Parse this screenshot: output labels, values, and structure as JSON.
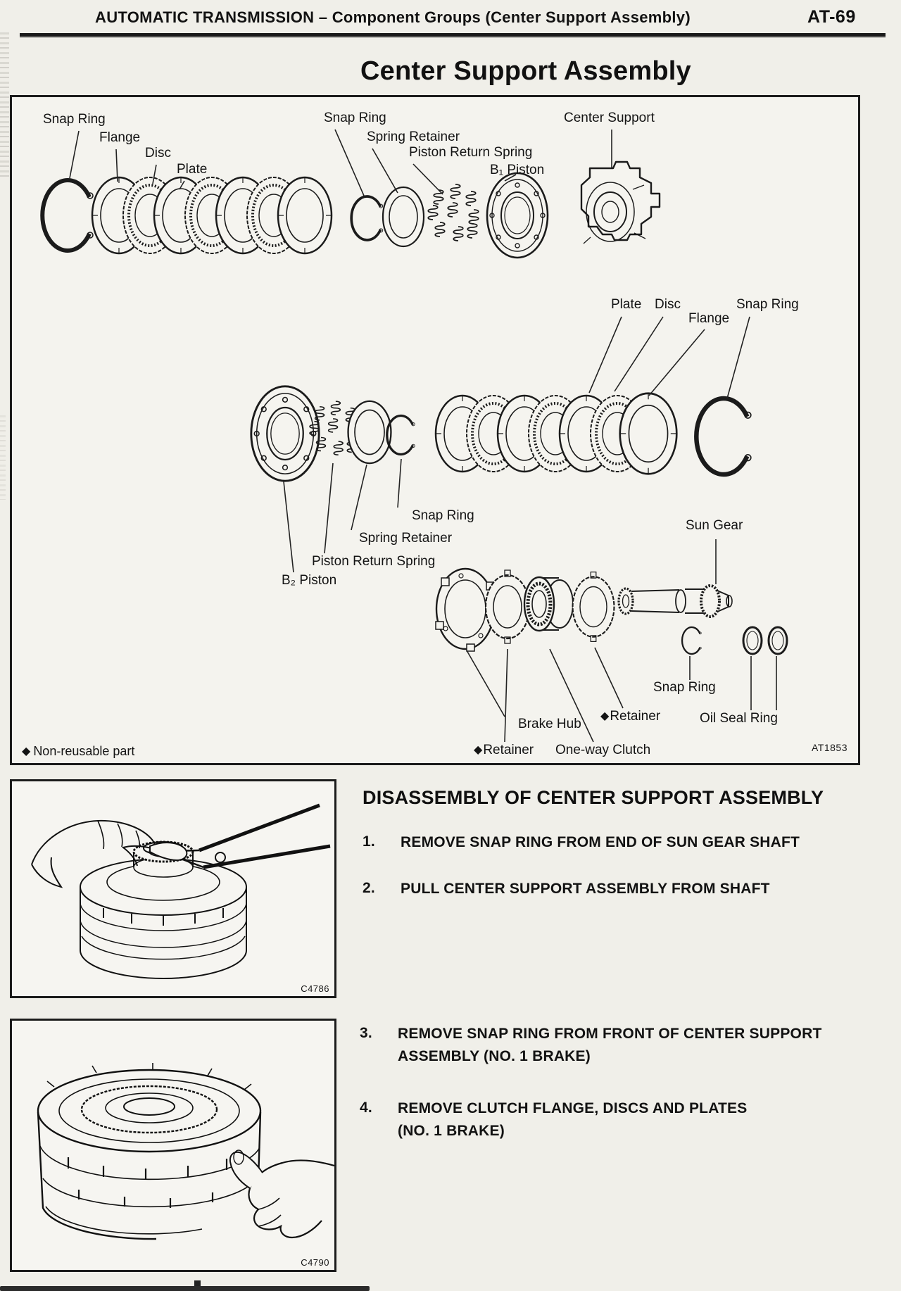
{
  "header": {
    "title": "AUTOMATIC TRANSMISSION – Component Groups (Center Support Assembly)",
    "page_code": "AT-69"
  },
  "figure": {
    "title": "Center Support Assembly",
    "code": "AT1853",
    "diamond": "◆",
    "legend_label": "Non-reusable part",
    "labels": {
      "snap_ring_1": "Snap Ring",
      "flange_1": "Flange",
      "disc_1": "Disc",
      "plate_1": "Plate",
      "snap_ring_2": "Snap Ring",
      "spring_retainer_1": "Spring Retainer",
      "piston_return_spring_1": "Piston Return Spring",
      "b1_piston": "B₁ Piston",
      "center_support": "Center Support",
      "plate_2": "Plate",
      "disc_2": "Disc",
      "flange_2": "Flange",
      "snap_ring_3": "Snap Ring",
      "snap_ring_4": "Snap Ring",
      "spring_retainer_2": "Spring Retainer",
      "piston_return_spring_2": "Piston Return Spring",
      "b2_piston": "B₂ Piston",
      "sun_gear": "Sun Gear",
      "brake_hub": "Brake Hub",
      "retainer_1": "Retainer",
      "snap_ring_5": "Snap Ring",
      "oil_seal_ring": "Oil Seal Ring",
      "retainer_2": "Retainer",
      "one_way_clutch": "One-way Clutch"
    }
  },
  "instructions": {
    "heading": "DISASSEMBLY OF CENTER SUPPORT ASSEMBLY",
    "steps": [
      {
        "num": "1.",
        "lines": [
          "REMOVE SNAP RING FROM END OF SUN GEAR SHAFT"
        ]
      },
      {
        "num": "2.",
        "lines": [
          "PULL CENTER SUPPORT ASSEMBLY FROM SHAFT"
        ]
      },
      {
        "num": "3.",
        "lines": [
          "REMOVE SNAP RING FROM FRONT OF CENTER SUPPORT",
          "ASSEMBLY (NO. 1 BRAKE)"
        ]
      },
      {
        "num": "4.",
        "lines": [
          "REMOVE CLUTCH FLANGE, DISCS AND PLATES",
          "(NO. 1 BRAKE)"
        ]
      }
    ]
  },
  "photos": [
    {
      "code": "C4786"
    },
    {
      "code": "C4790"
    }
  ]
}
